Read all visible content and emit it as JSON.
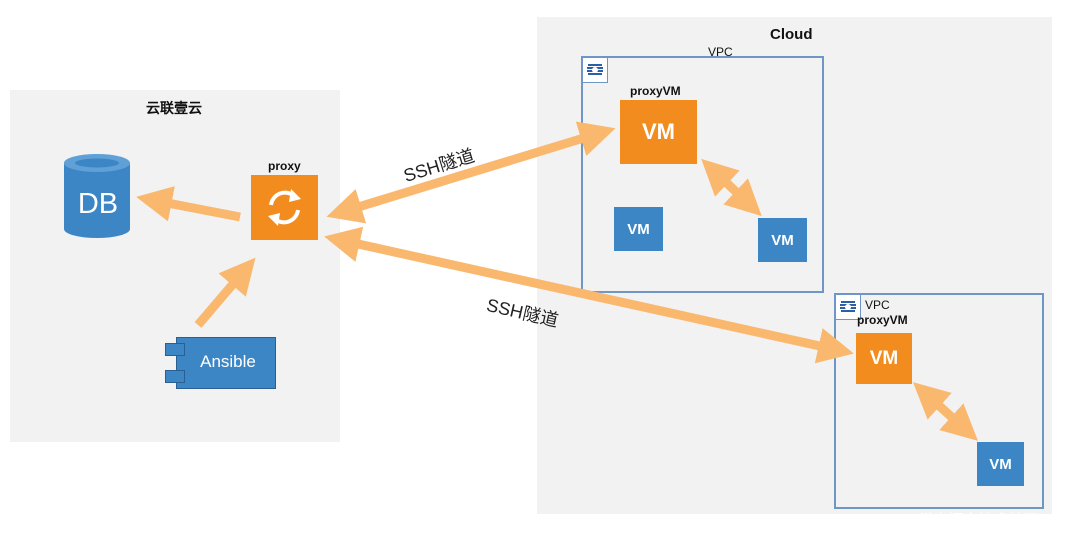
{
  "left_panel": {
    "title": "云联壹云"
  },
  "db": {
    "label": "DB"
  },
  "proxy": {
    "label": "proxy"
  },
  "ansible": {
    "label": "Ansible"
  },
  "cloud": {
    "title": "Cloud"
  },
  "vpc1": {
    "label": "VPC",
    "proxy_vm_label": "proxyVM",
    "proxy_vm": "VM",
    "vm_a": "VM",
    "vm_b": "VM"
  },
  "vpc2": {
    "label": "VPC",
    "proxy_vm_label": "proxyVM",
    "proxy_vm": "VM",
    "vm_a": "VM"
  },
  "tunnels": [
    "SSH隧道",
    "SSH隧道"
  ],
  "watermark": "@稀土掘金技术社区",
  "colors": {
    "arrow": "#f9b86e",
    "orange": "#f28c1e",
    "blue": "#3d86c6",
    "panel": "#f2f2f2",
    "vpc_border": "#6e96c7"
  },
  "icons": {
    "db": "database-icon",
    "proxy": "sync-icon",
    "ansible": "component-icon",
    "vpc": "cloud-provider-icon"
  }
}
